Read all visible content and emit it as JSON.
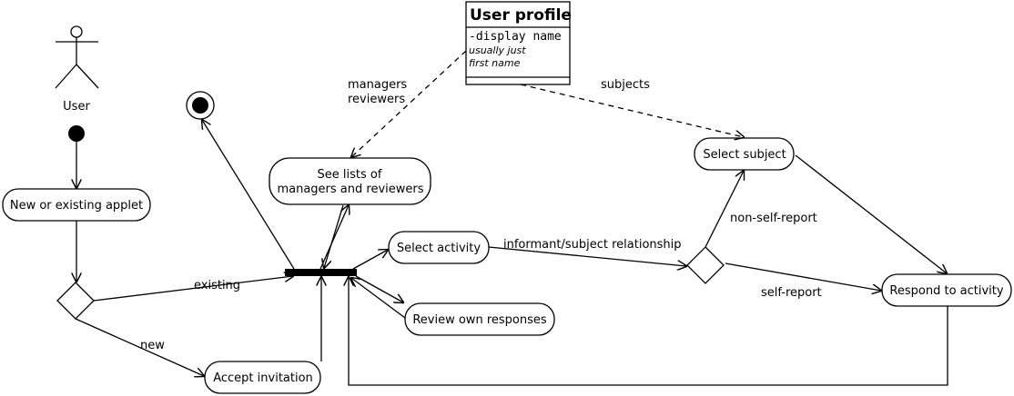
{
  "actor": {
    "label": "User",
    "icon": "stick-figure-icon"
  },
  "class_box": {
    "title": "User profile",
    "attribute": "-display name",
    "note_line1": "usually just",
    "note_line2": "first name"
  },
  "nodes": {
    "new_or_existing": "New or existing applet",
    "accept_invitation": "Accept invitation",
    "see_lists_line1": "See lists of",
    "see_lists_line2": "managers and reviewers",
    "select_activity": "Select activity",
    "review_own": "Review own responses",
    "select_subject": "Select subject",
    "respond_activity": "Respond to activity"
  },
  "edge_labels": {
    "existing": "existing",
    "new": "new",
    "managers": "managers",
    "reviewers": "reviewers",
    "subjects": "subjects",
    "informant_subject": "informant/subject relationship",
    "non_self_report": "non-self-report",
    "self_report": "self-report"
  }
}
